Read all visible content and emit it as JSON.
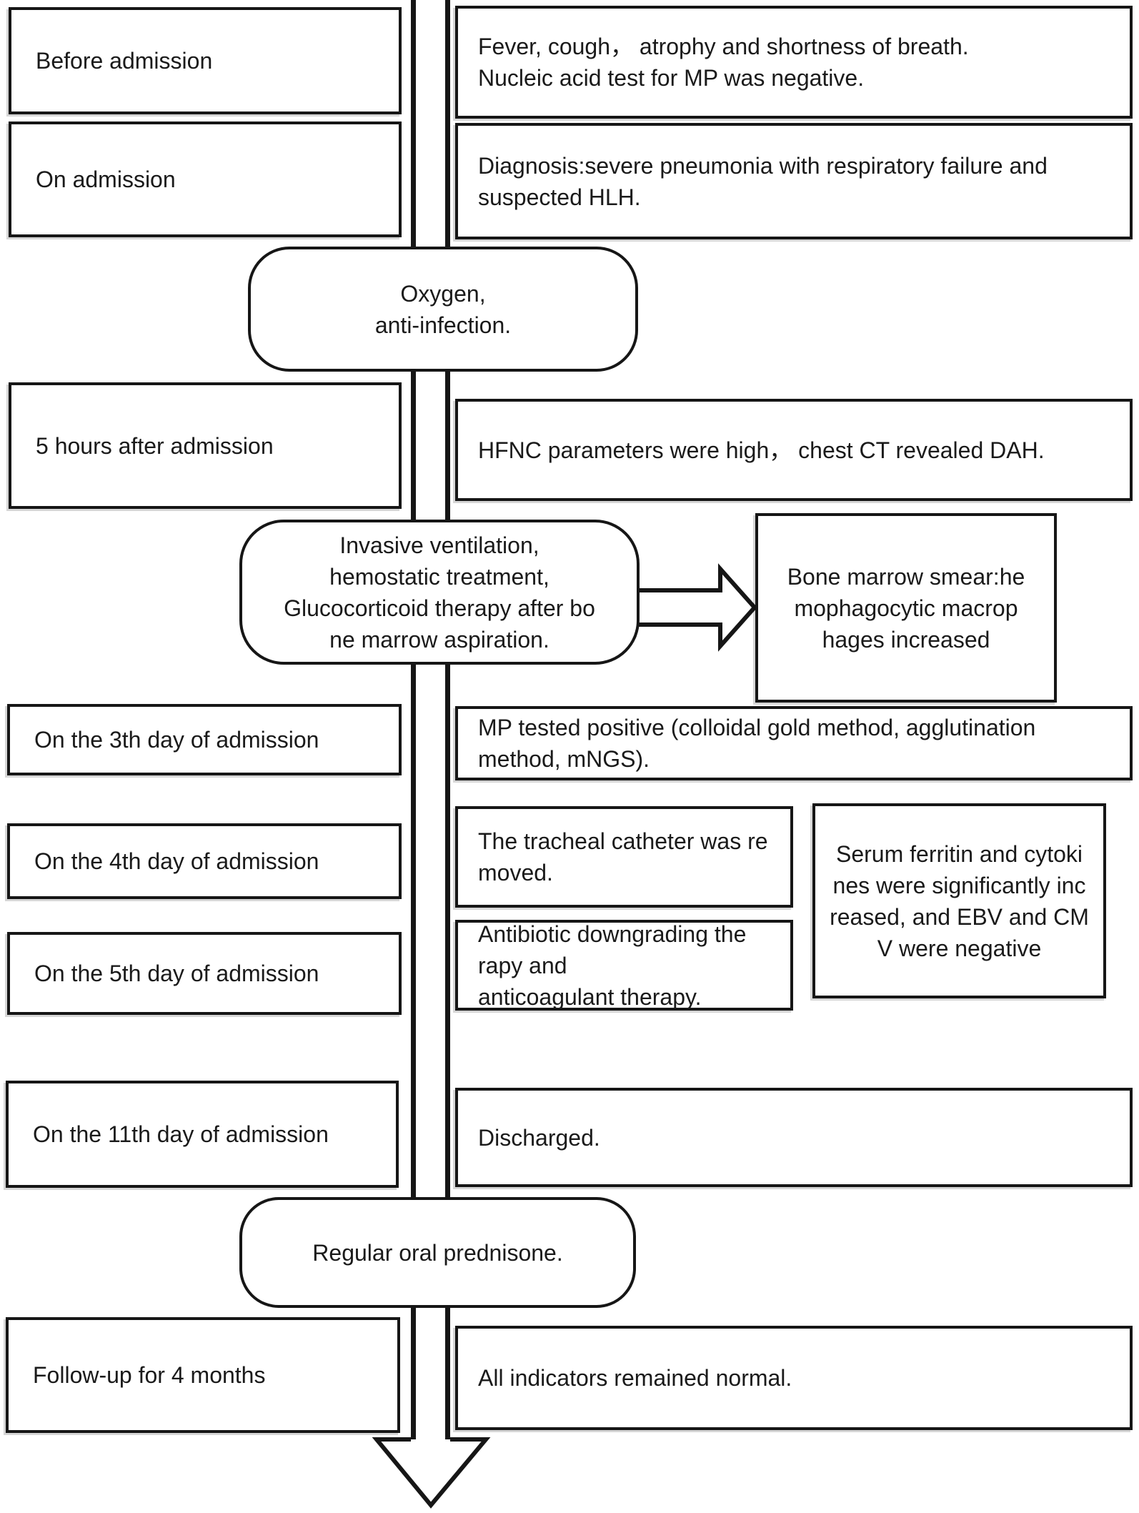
{
  "timeline": [
    {
      "label": "Before admission"
    },
    {
      "label": "On admission"
    },
    {
      "label": "5 hours after admission"
    },
    {
      "label": "On the 3th day of admission"
    },
    {
      "label": "On the 4th day of admission"
    },
    {
      "label": "On the 5th day of admission"
    },
    {
      "label": "On the 11th day of admission"
    },
    {
      "label": "Follow-up for 4 months"
    }
  ],
  "events": [
    {
      "text": "Fever, cough， atrophy and shortness of breath.\nNucleic acid test for MP was negative."
    },
    {
      "text": "Diagnosis:severe pneumonia with respiratory failure and\nsuspected HLH."
    },
    {
      "text": "HFNC parameters were high， chest CT revealed DAH."
    },
    {
      "text": "MP tested positive (colloidal gold method, agglutination\nmethod, mNGS)."
    },
    {
      "text": "The tracheal catheter was re\nmoved."
    },
    {
      "text": "Antibiotic downgrading the\nrapy and\nanticoagulant therapy."
    },
    {
      "text": "Discharged."
    },
    {
      "text": "All indicators remained normal."
    }
  ],
  "treatments": [
    {
      "text": "Oxygen,\nanti-infection."
    },
    {
      "text": "Invasive ventilation,\nhemostatic treatment,\nGlucocorticoid therapy after bo\nne marrow aspiration."
    },
    {
      "text": "Regular oral prednisone."
    }
  ],
  "findings": [
    {
      "text": "Bone marrow smear:he\nmophagocytic macrop\nhages increased"
    },
    {
      "text": "Serum ferritin and cytoki\nnes were significantly inc\nreased, and EBV and CM\nV were negative"
    }
  ],
  "colors": {
    "line": "#1a1a1a",
    "background": "#ffffff"
  }
}
